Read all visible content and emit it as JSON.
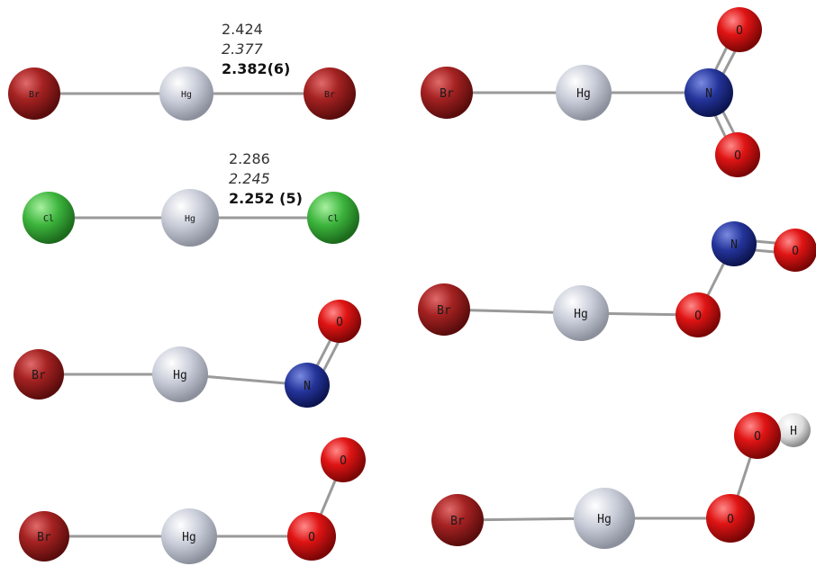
{
  "colors": {
    "br": "#8b1a1a",
    "hg": "#c8ccd8",
    "cl": "#3cb43c",
    "n": "#1e2e8c",
    "o": "#d01010",
    "h": "#dcdcdc",
    "bond": "#9a9a9a"
  },
  "bond_lengths": {
    "hgbr2": {
      "value_1": "2.424",
      "value_2": "2.377",
      "value_3": "2.382(6)"
    },
    "hgcl2": {
      "value_1": "2.286",
      "value_2": "2.245",
      "value_3": "2.252 (5)"
    }
  },
  "atoms": {
    "hgbr2": {
      "br_left": "Br",
      "hg": "Hg",
      "br_right": "Br"
    },
    "hgcl2": {
      "cl_left": "Cl",
      "hg": "Hg",
      "cl_right": "Cl"
    },
    "brhgno": {
      "br": "Br",
      "hg": "Hg",
      "n": "N",
      "o": "O"
    },
    "brhgoo": {
      "br": "Br",
      "hg": "Hg",
      "o1": "O",
      "o2": "O"
    },
    "brhgno2": {
      "br": "Br",
      "hg": "Hg",
      "n": "N",
      "o1": "O",
      "o2": "O"
    },
    "brhgono": {
      "br": "Br",
      "hg": "Hg",
      "o1": "O",
      "n": "N",
      "o2": "O"
    },
    "brhgooh": {
      "br": "Br",
      "hg": "Hg",
      "o1": "O",
      "o2": "O",
      "h": "H"
    }
  }
}
